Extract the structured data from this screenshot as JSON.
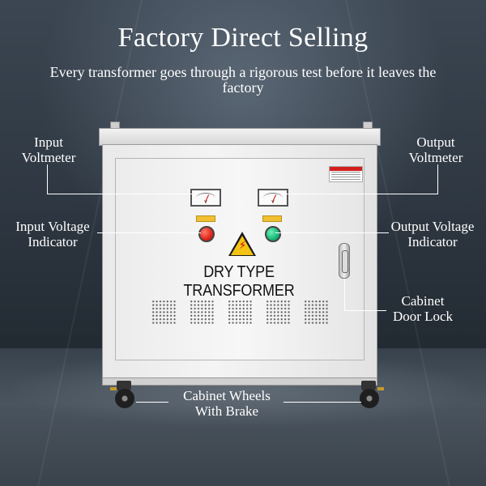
{
  "header": {
    "title": "Factory Direct Selling",
    "subtitle": "Every transformer goes through a rigorous test before it leaves the factory"
  },
  "callouts": {
    "input_voltmeter": "Input Voltmeter",
    "output_voltmeter": "Output Voltmeter",
    "input_voltage_indicator": "Input Voltage Indicator",
    "output_voltage_indicator": "Output Voltage Indicator",
    "cabinet_door_lock": "Cabinet Door Lock",
    "cabinet_wheels": "Cabinet Wheels With Brake"
  },
  "product": {
    "nameplate": "DRY TYPE TRANSFORMER",
    "indicator_colors": {
      "input": "#e0261a",
      "output": "#17b877"
    }
  }
}
